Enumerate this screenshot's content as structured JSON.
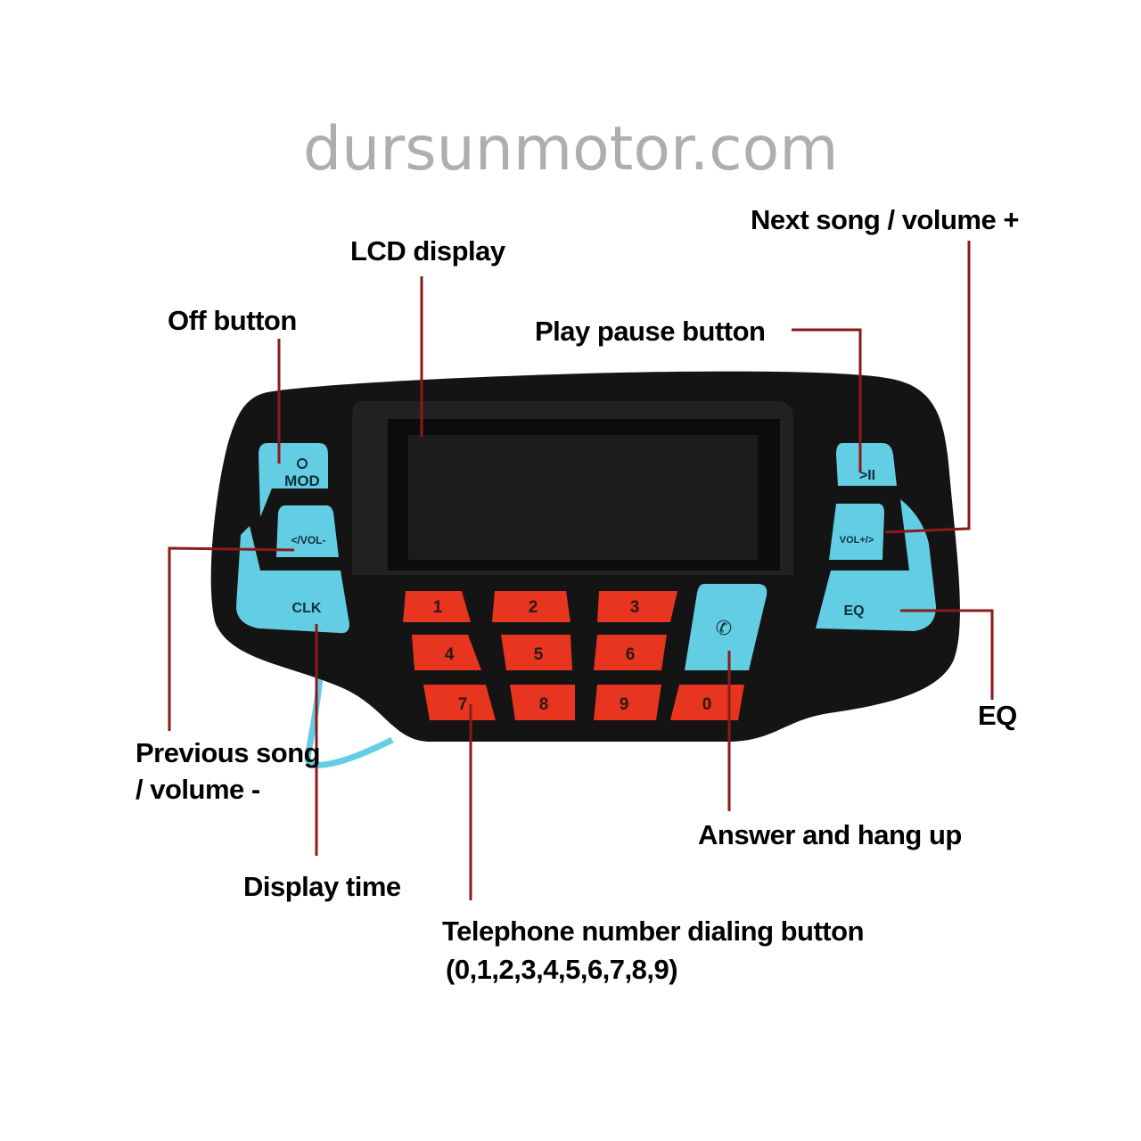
{
  "labels": {
    "lcd_display": "LCD display",
    "next_song": "Next song / volume +",
    "off_button": "Off button",
    "play_pause": "Play pause button",
    "previous_song_line1": "Previous song",
    "previous_song_line2": "/ volume -",
    "display_time": "Display time",
    "eq": "EQ",
    "answer_hang_up": "Answer and hang up",
    "dialing_line1": "Telephone number dialing button",
    "dialing_line2": "(0,1,2,3,4,5,6,7,8,9)"
  },
  "device_buttons": {
    "mod": "MOD",
    "vol_minus": "</VOL-",
    "clk": "CLK",
    "play_pause": ">II",
    "vol_plus": "VOL+/>",
    "eq": "EQ",
    "keys": [
      "1",
      "2",
      "3",
      "4",
      "5",
      "6",
      "7",
      "8",
      "9",
      "0"
    ]
  },
  "watermark": "dursunmotor.com",
  "colors": {
    "button_cyan": "#63cde3",
    "key_red": "#e8351f",
    "leader_line": "#8b1a1a",
    "body": "#141414"
  }
}
